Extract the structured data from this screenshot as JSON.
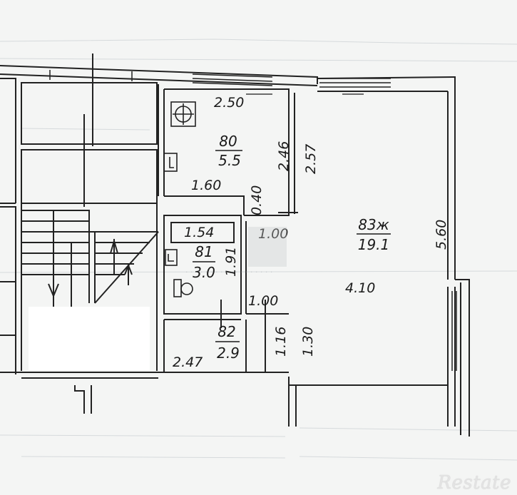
{
  "plan": {
    "rooms": [
      {
        "id": "kitchen",
        "number": "80",
        "area": "5.5"
      },
      {
        "id": "living",
        "number": "83ж",
        "area": "19.1"
      },
      {
        "id": "bath",
        "number": "81",
        "area": "3.0"
      },
      {
        "id": "hall",
        "number": "82",
        "area": "2.9"
      }
    ],
    "dimensions": {
      "kitchen_width": "2.50",
      "kitchen_height": "2.46",
      "kitchen_bottom": "1.60",
      "corridor_wall": "0.40",
      "living_left": "2.57",
      "living_height": "5.60",
      "living_width": "4.10",
      "bath_width": "1.54",
      "bath_height": "1.91",
      "corridor_upper": "1.00",
      "corridor_lower": "1.00",
      "hall_height": "1.16",
      "corridor_height": "1.30",
      "hall_width": "2.47"
    }
  },
  "watermark": {
    "brand": "Restate"
  }
}
